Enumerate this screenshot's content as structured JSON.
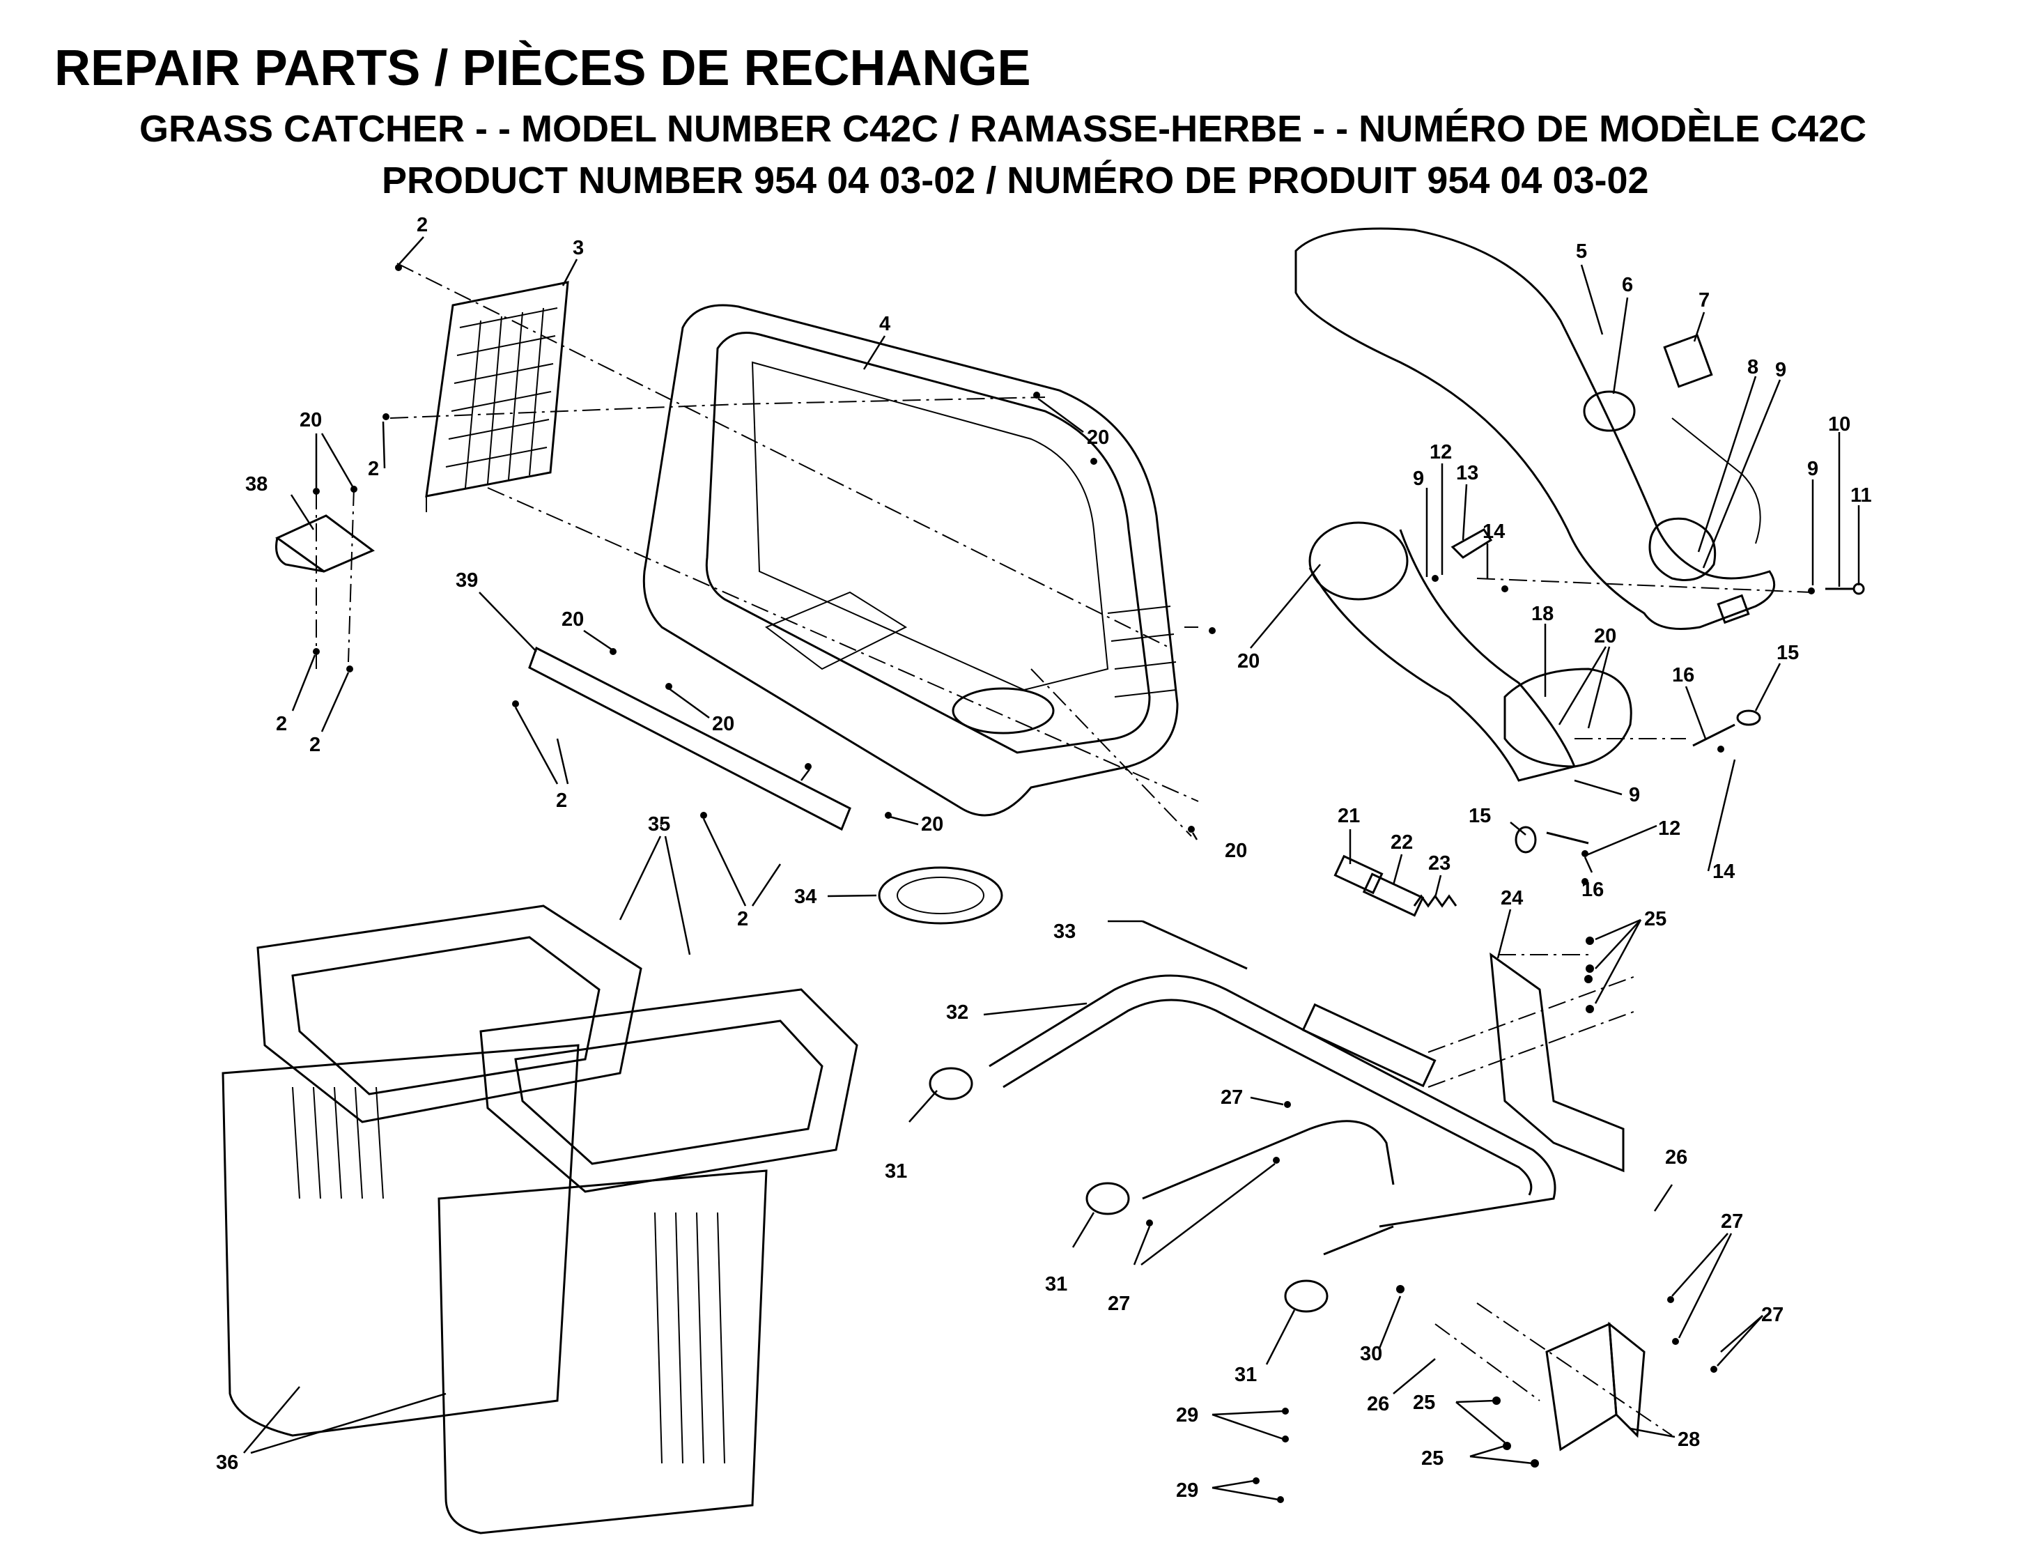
{
  "header": {
    "title": "REPAIR PARTS / PIÈCES DE RECHANGE",
    "subtitle": "GRASS CATCHER - - MODEL NUMBER C42C / RAMASSE-HERBE - - NUMÉRO DE MODÈLE C42C",
    "product_line": "PRODUCT NUMBER 954 04 03-02 / NUMÉRO DE PRODUIT 954 04 03-02"
  },
  "callouts": {
    "c2a": "2",
    "c3": "3",
    "c2b": "2",
    "c20a": "20",
    "c38": "38",
    "c2c": "2",
    "c2d": "2",
    "c4": "4",
    "c20b": "20",
    "c39": "39",
    "c20c": "20",
    "c2e": "2",
    "c20d": "20",
    "c2f": "2",
    "c20e": "20",
    "c34": "34",
    "c35": "35",
    "c5": "5",
    "c6": "6",
    "c7": "7",
    "c8": "8",
    "c9a": "9",
    "c10": "10",
    "c9b": "9",
    "c11": "11",
    "c9c": "9",
    "c12a": "12",
    "c13": "13",
    "c14a": "14",
    "c20f": "20",
    "c18": "18",
    "c20g": "20",
    "c16a": "16",
    "c15a": "15",
    "c9d": "9",
    "c12b": "12",
    "c14b": "14",
    "c15b": "15",
    "c16b": "16",
    "c20h": "20",
    "c21": "21",
    "c22": "22",
    "c23": "23",
    "c24": "24",
    "c25a": "25",
    "c33": "33",
    "c32": "32",
    "c27a": "27",
    "c31a": "31",
    "c31b": "31",
    "c27b": "27",
    "c26a": "26",
    "c27c": "27",
    "c27d": "27",
    "c30": "30",
    "c31c": "31",
    "c26b": "26",
    "c25b": "25",
    "c25c": "25",
    "c28": "28",
    "c29a": "29",
    "c29b": "29",
    "c36": "36"
  }
}
